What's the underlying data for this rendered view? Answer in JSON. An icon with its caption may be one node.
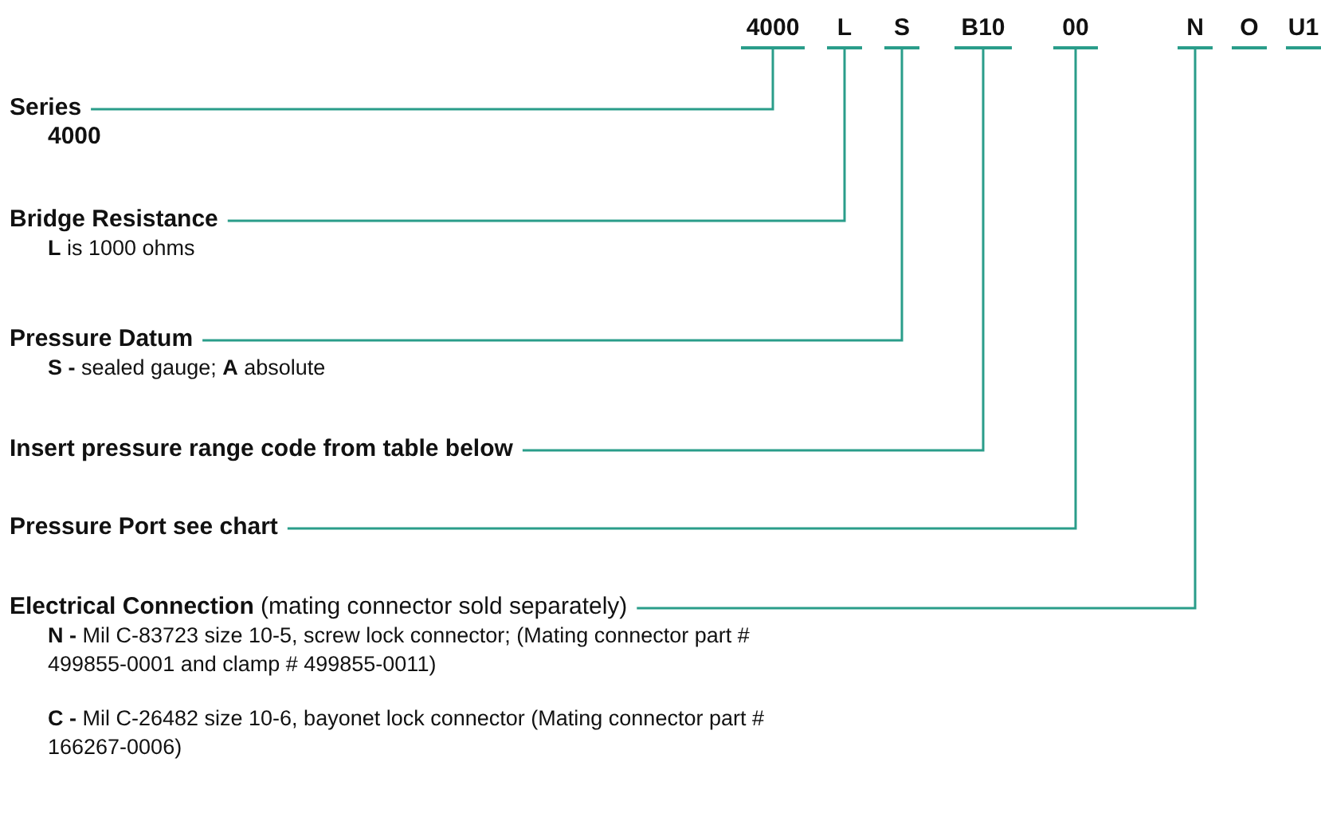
{
  "diagram": {
    "nodes": [
      {
        "text": [
          "4000"
        ]
      },
      {
        "text": [
          "L"
        ]
      },
      {
        "text": [
          "S"
        ]
      },
      {
        "text": [
          "B10"
        ]
      },
      {
        "text": [
          "00"
        ]
      },
      {
        "text": [
          "N"
        ]
      },
      {
        "text": [
          "O"
        ]
      },
      {
        "text": [
          "U1"
        ]
      },
      {
        "text": [
          "Series",
          "4000"
        ]
      },
      {
        "text": [
          "Bridge Resistance",
          "**L** is 1000 ohms"
        ]
      },
      {
        "text": [
          "Pressure Datum",
          "**S -** sealed gauge; **A** absolute"
        ]
      },
      {
        "text": [
          "Insert pressure range code from table below"
        ]
      },
      {
        "text": [
          "Pressure Port see chart"
        ]
      },
      {
        "text": [
          "**Electrical Connection** (mating connector sold separately)",
          "**N -** Mil C-83723 size 10-5, screw lock connector; (Mating connector part # 499855-0001 and clamp # 499855-0011)",
          "**C -** Mil C-26482 size 10-6, bayonet lock connector (Mating connector part # 166267-0006)"
        ]
      }
    ],
    "edges": [
      {
        "from": 8,
        "to": 0,
        "arrow": "none"
      },
      {
        "from": 9,
        "to": 1,
        "arrow": "none"
      },
      {
        "from": 10,
        "to": 2,
        "arrow": "none"
      },
      {
        "from": 11,
        "to": 3,
        "arrow": "none"
      },
      {
        "from": 12,
        "to": 4,
        "arrow": "none"
      },
      {
        "from": 13,
        "to": 5,
        "arrow": "none"
      }
    ]
  }
}
